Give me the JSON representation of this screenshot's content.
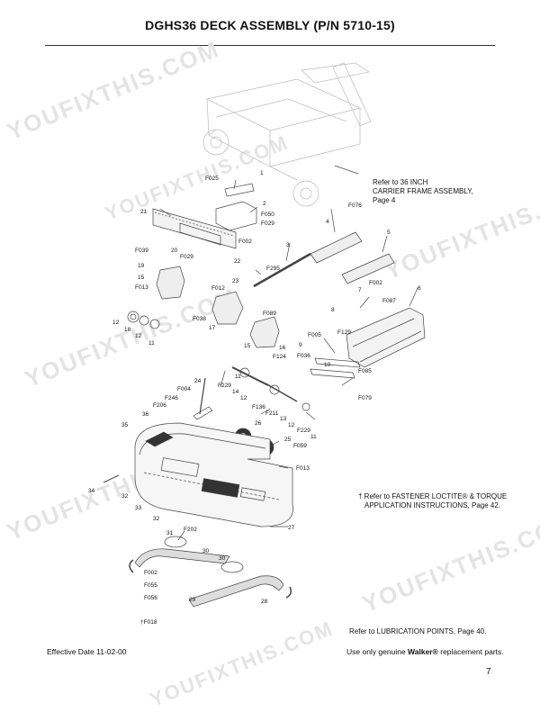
{
  "page_title": "DGHS36 DECK ASSEMBLY (P/N 5710-15)",
  "watermark": "YOUFIXTHIS.COM",
  "notes": {
    "carrier_frame": [
      "Refer to 36 INCH",
      "CARRIER FRAME ASSEMBLY,",
      "Page 4"
    ],
    "loctite": [
      "† Refer to FASTENER LOCTITE® & TORQUE",
      "APPLICATION INSTRUCTIONS, Page 42."
    ],
    "lubrication": "Refer to LUBRICATION POINTS, Page 40."
  },
  "footer": {
    "effective_date": "Effective Date 11-02-00",
    "parts_prefix": "Use only genuine ",
    "parts_brand": "Walker®",
    "parts_suffix": " replacement parts.",
    "page_number": "7"
  },
  "callouts": [
    {
      "t": "1"
    },
    {
      "t": "F025"
    },
    {
      "t": "2"
    },
    {
      "t": "F050"
    },
    {
      "t": "F029"
    },
    {
      "t": "21"
    },
    {
      "t": "F076"
    },
    {
      "t": "4"
    },
    {
      "t": "F002"
    },
    {
      "t": "20"
    },
    {
      "t": "5"
    },
    {
      "t": "F039"
    },
    {
      "t": "F029"
    },
    {
      "t": "3"
    },
    {
      "t": "19"
    },
    {
      "t": "22"
    },
    {
      "t": "F295"
    },
    {
      "t": "15"
    },
    {
      "t": "F013"
    },
    {
      "t": "23"
    },
    {
      "t": "F012"
    },
    {
      "t": "F002"
    },
    {
      "t": "7"
    },
    {
      "t": "6"
    },
    {
      "t": "F087"
    },
    {
      "t": "12"
    },
    {
      "t": "18"
    },
    {
      "t": "12"
    },
    {
      "t": "11"
    },
    {
      "t": "F038"
    },
    {
      "t": "17"
    },
    {
      "t": "F089"
    },
    {
      "t": "8"
    },
    {
      "t": "F005"
    },
    {
      "t": "9"
    },
    {
      "t": "F129"
    },
    {
      "t": "15"
    },
    {
      "t": "16"
    },
    {
      "t": "F124"
    },
    {
      "t": "F036"
    },
    {
      "t": "10"
    },
    {
      "t": "F085"
    },
    {
      "t": "11"
    },
    {
      "t": "24"
    },
    {
      "t": "F229"
    },
    {
      "t": "14"
    },
    {
      "t": "12"
    },
    {
      "t": "F079"
    },
    {
      "t": "F004"
    },
    {
      "t": "F246"
    },
    {
      "t": "F206"
    },
    {
      "t": "F136"
    },
    {
      "t": "F211"
    },
    {
      "t": "13"
    },
    {
      "t": "12"
    },
    {
      "t": "36"
    },
    {
      "t": "26"
    },
    {
      "t": "F229"
    },
    {
      "t": "11"
    },
    {
      "t": "35"
    },
    {
      "t": "25"
    },
    {
      "t": "F059"
    },
    {
      "t": "F013"
    },
    {
      "t": "34"
    },
    {
      "t": "32"
    },
    {
      "t": "33"
    },
    {
      "t": "32"
    },
    {
      "t": "27"
    },
    {
      "t": "31"
    },
    {
      "t": "F202"
    },
    {
      "t": "30"
    },
    {
      "t": "30"
    },
    {
      "t": "F002"
    },
    {
      "t": "F055"
    },
    {
      "t": "F056"
    },
    {
      "t": "29"
    },
    {
      "t": "28"
    },
    {
      "t": "†F018"
    }
  ]
}
